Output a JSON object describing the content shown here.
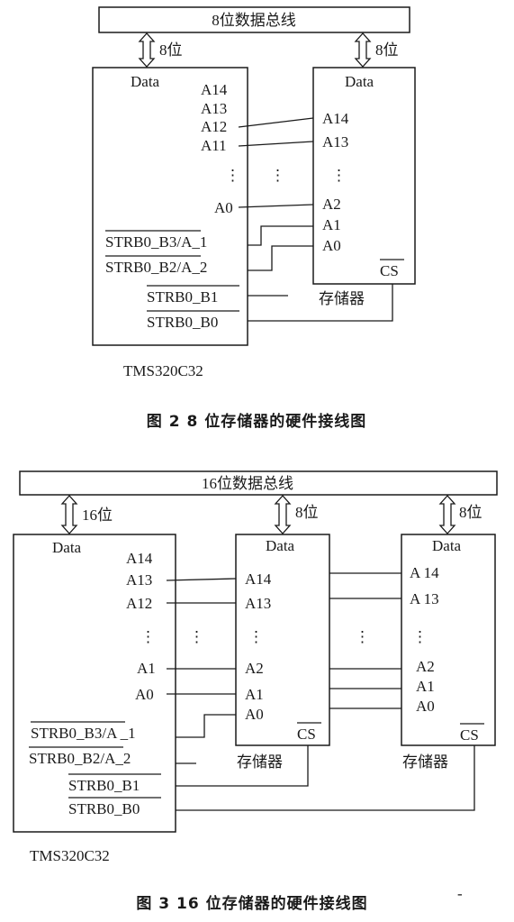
{
  "fig2": {
    "bus_label": "8位数据总线",
    "cpu_width_label": "8位",
    "mem_width_label": "8位",
    "cpu": {
      "data": "Data",
      "a14": "A14",
      "a13": "A13",
      "a12": "A12",
      "a11": "A11",
      "a0": "A0",
      "strb_b3_bar": "STRB0_B3",
      "strb_b3_suffix": "/A_1",
      "strb_b2_bar": "STRB0_B2",
      "strb_b2_suffix": "/A_2",
      "strb_b1": "STRB0_B1",
      "strb_b0": "STRB0_B0",
      "name": "TMS320C32"
    },
    "mem": {
      "data": "Data",
      "a14": "A14",
      "a13": "A13",
      "a2": "A2",
      "a1": "A1",
      "a0": "A0",
      "cs": "CS",
      "name": "存储器"
    },
    "dots": "⋮",
    "caption": "图 2   8 位存储器的硬件接线图"
  },
  "fig3": {
    "bus_label": "16位数据总线",
    "cpu_width_label": "16位",
    "mem1_width_label": "8位",
    "mem2_width_label": "8位",
    "cpu": {
      "data": "Data",
      "a14": "A14",
      "a13": "A13",
      "a12": "A12",
      "a1": "A1",
      "a0": "A0",
      "strb_b3_bar": "STRB0_B3",
      "strb_b3_suffix": "/A _1",
      "strb_b2_bar": "STRB0_B2",
      "strb_b2_suffix": "/A_2",
      "strb_b1": "STRB0_B1",
      "strb_b0": "STRB0_B0",
      "name": "TMS320C32"
    },
    "mem1": {
      "data": "Data",
      "a14": "A14",
      "a13": "A13",
      "a2": "A2",
      "a1": "A1",
      "a0": "A0",
      "cs": "CS",
      "name": "存储器"
    },
    "mem2": {
      "data": "Data",
      "a14": "A 14",
      "a13": "A 13",
      "a2": "A2",
      "a1": "A1",
      "a0": "A0",
      "cs": "CS",
      "name": "存储器"
    },
    "dots": "⋮",
    "caption": "图 3   16 位存储器的硬件接线图",
    "stray_mark": "-"
  },
  "colors": {
    "ink": "#1a1a1a",
    "background": "#ffffff"
  }
}
